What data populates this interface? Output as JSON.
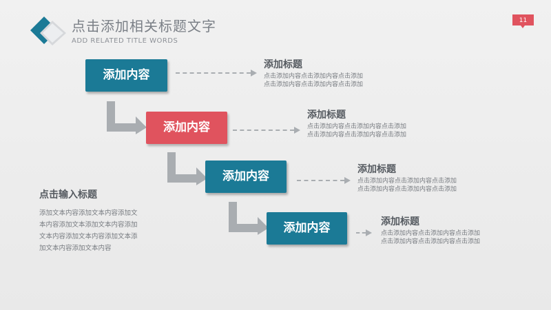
{
  "header": {
    "title": "点击添加相关标题文字",
    "subtitle": "ADD RELATED TITLE WORDS",
    "page_number": "11"
  },
  "colors": {
    "blue": "#1b7a96",
    "red": "#e0535e",
    "arrow_gray": "#a9adb1",
    "badge": "#e0535e"
  },
  "steps": [
    {
      "box_label": "添加内容",
      "heading": "添加标题",
      "line1": "点击添加内容点击添加内容点击添加",
      "line2": "点击添加内容点击添加内容点击添加"
    },
    {
      "box_label": "添加内容",
      "heading": "添加标题",
      "line1": "点击添加内容点击添加内容点击添加",
      "line2": "点击添加内容点击添加内容点击添加"
    },
    {
      "box_label": "添加内容",
      "heading": "添加标题",
      "line1": "点击添加内容点击添加内容点击添加",
      "line2": "点击添加内容点击添加内容点击添加"
    },
    {
      "box_label": "添加内容",
      "heading": "添加标题",
      "line1": "点击添加内容点击添加内容点击添加",
      "line2": "点击添加内容点击添加内容点击添加"
    }
  ],
  "side": {
    "title": "点击输入标题",
    "lines": [
      "添加文本内容添加文本内容添加文",
      "本内容添加文本添加文本内容添加",
      "文本内容添加文本内容添加文本添",
      "加文本内容添加文本内容"
    ]
  }
}
